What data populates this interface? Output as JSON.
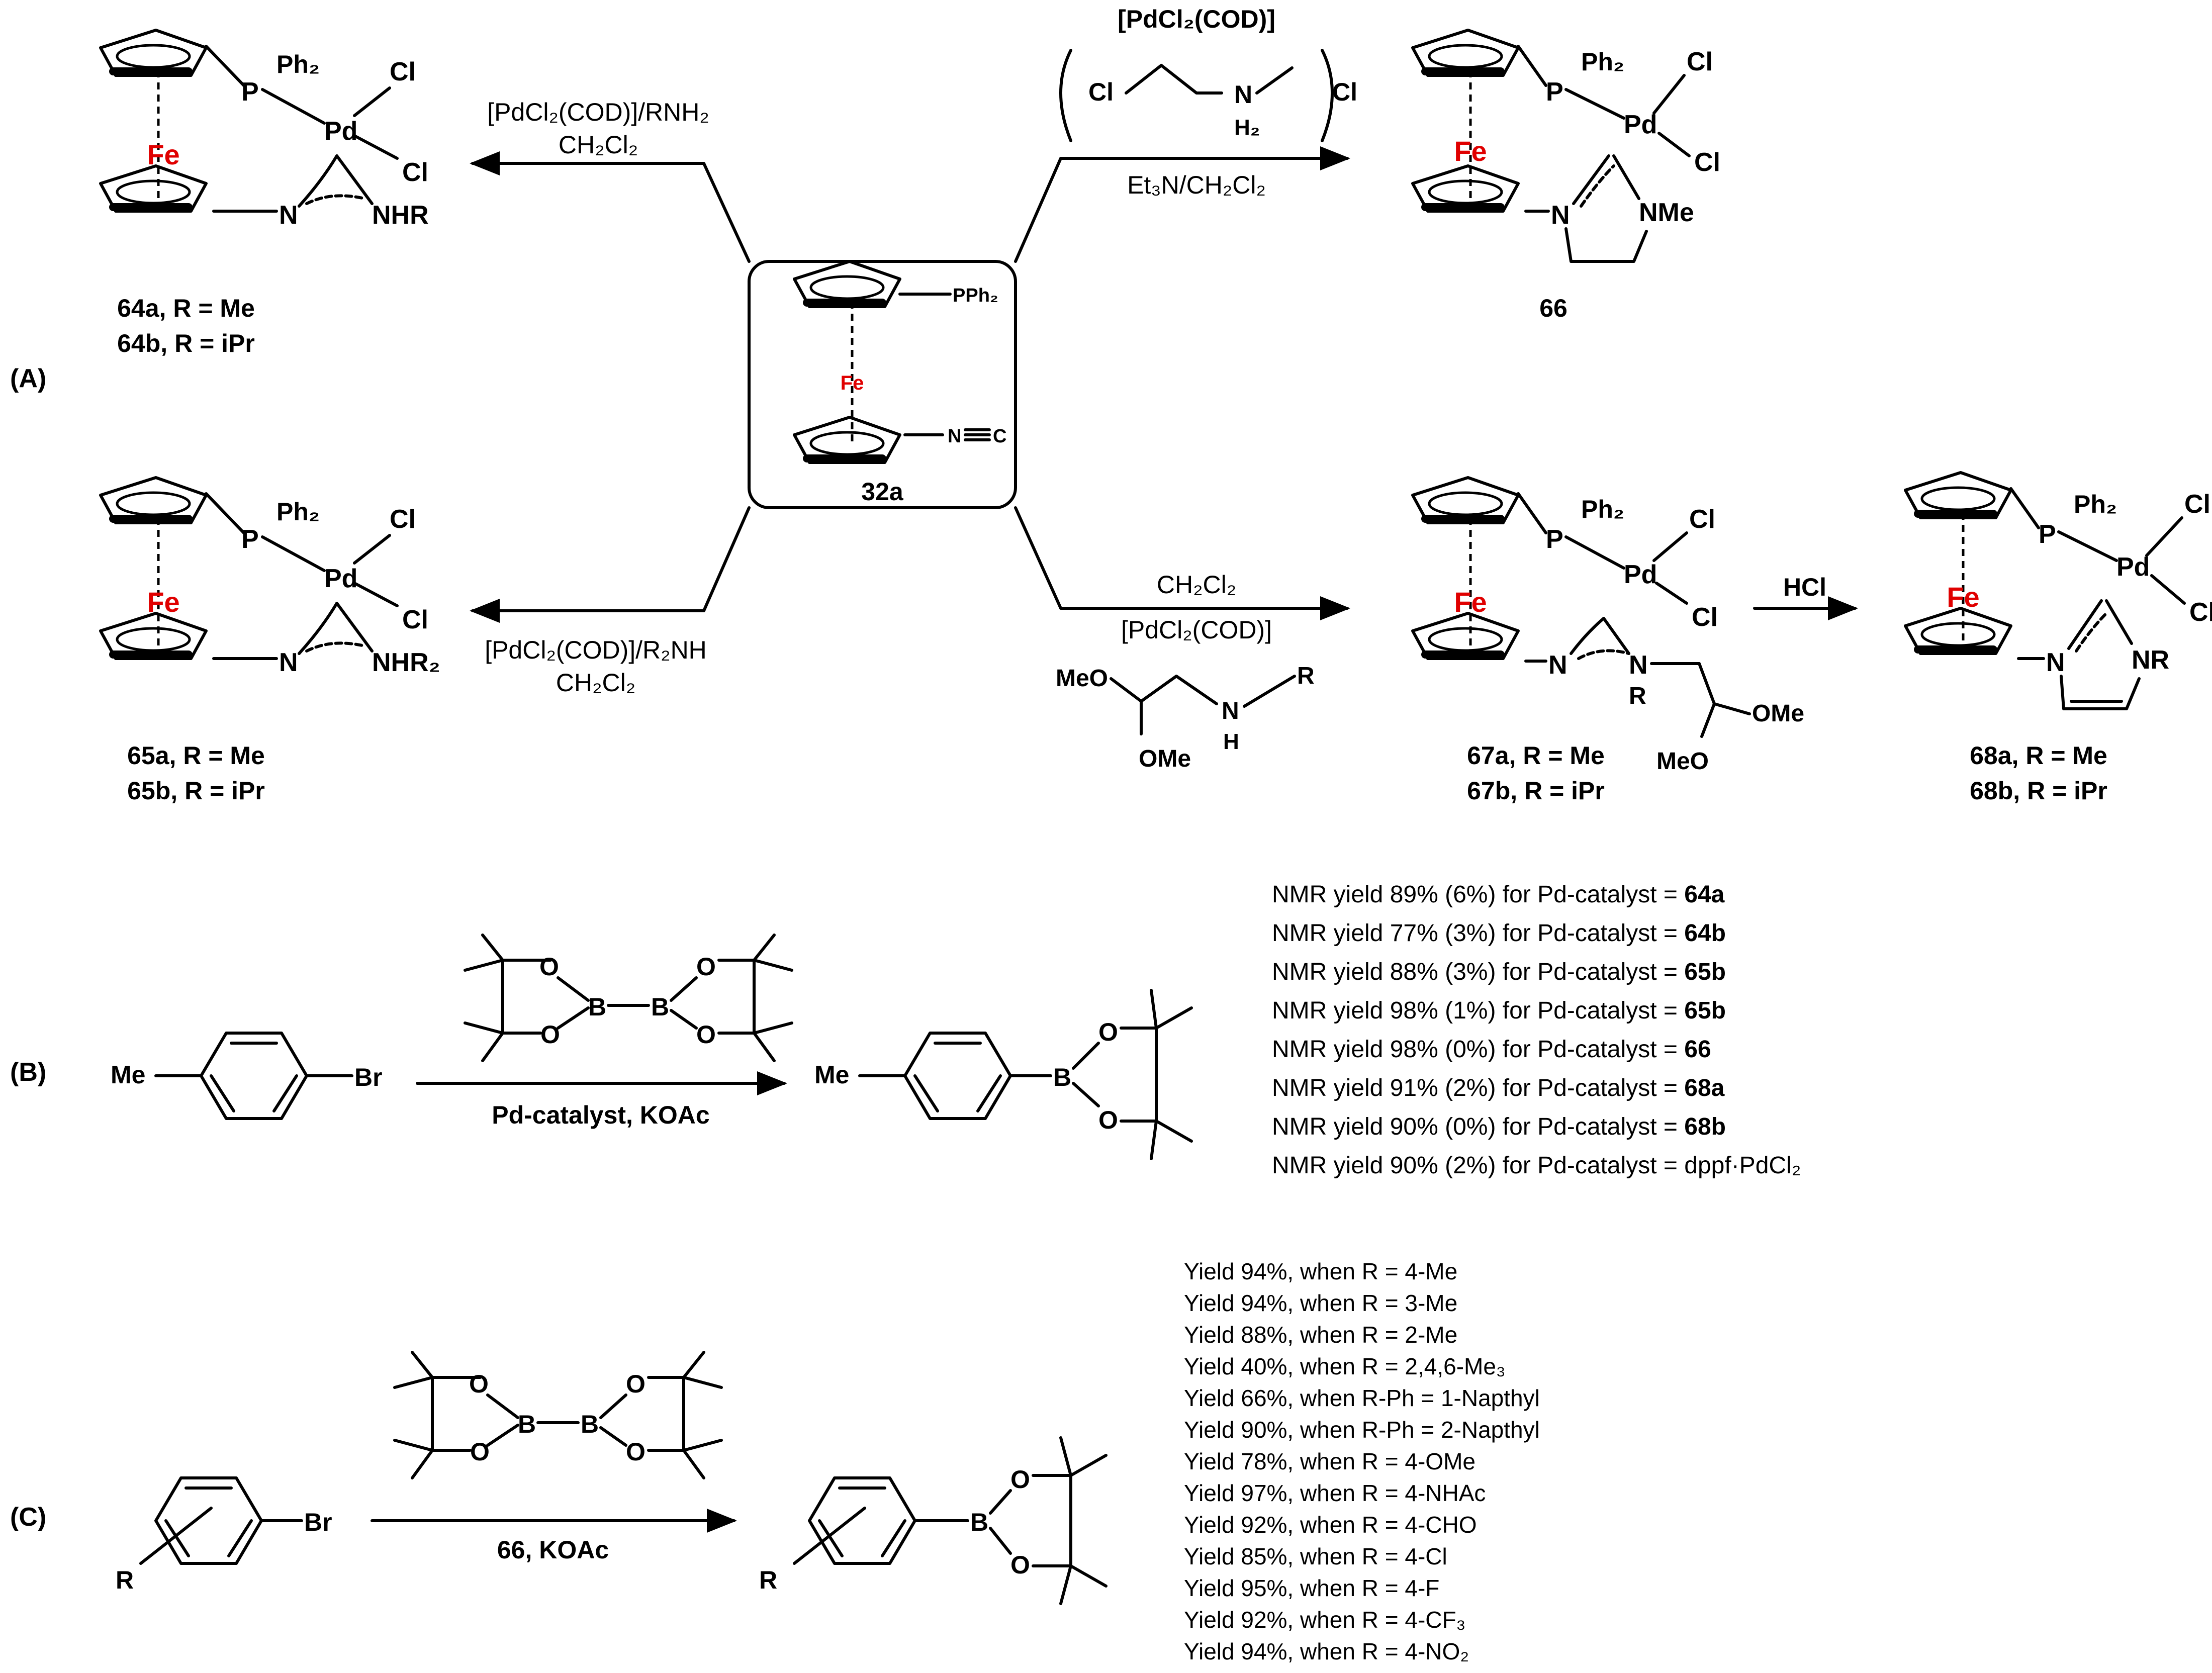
{
  "panels": {
    "A": "(A)",
    "B": "(B)",
    "C": "(C)"
  },
  "atoms": {
    "fe": "Fe",
    "p": "P",
    "pd": "Pd",
    "cl": "Cl",
    "n": "N",
    "c": "C",
    "o": "O",
    "b": "B",
    "h": "H",
    "r": "R",
    "me": "Me",
    "br": "Br",
    "ph2": "Ph₂",
    "pph2": "PPh₂",
    "nhr": "NHR",
    "nhr2": "NHR₂",
    "nme": "NMe",
    "nr": "NR",
    "meo": "MeO",
    "ome": "OMe",
    "h2": "H₂"
  },
  "compounds": {
    "c32a": "32a",
    "c64": [
      "64a, R = Me",
      "64b, R = iPr"
    ],
    "c65": [
      "65a, R = Me",
      "65b, R = iPr"
    ],
    "c66": "66",
    "c67": [
      "67a, R = Me",
      "67b, R = iPr"
    ],
    "c68": [
      "68a, R = Me",
      "68b, R = iPr"
    ]
  },
  "reagents": {
    "to64": [
      "[PdCl₂(COD)]/RNH₂",
      "CH₂Cl₂"
    ],
    "to65": [
      "[PdCl₂(COD)]/R₂NH",
      "CH₂Cl₂"
    ],
    "to66_top": "[PdCl₂(COD)]",
    "to66_bottom": "Et₃N/CH₂Cl₂",
    "to66_salt_counterion": "Cl",
    "to67": [
      "CH₂Cl₂",
      "[PdCl₂(COD)]"
    ],
    "to68": "HCl",
    "panelB_conditions": "Pd-catalyst, KOAc",
    "panelC_conditions": "66, KOAc"
  },
  "panelB_results": [
    {
      "text": "NMR yield 89% (6%) for Pd-catalyst = ",
      "catalyst": "64a"
    },
    {
      "text": "NMR yield 77% (3%) for Pd-catalyst = ",
      "catalyst": "64b"
    },
    {
      "text": "NMR yield 88% (3%) for Pd-catalyst = ",
      "catalyst": "65b"
    },
    {
      "text": "NMR yield 98% (1%) for Pd-catalyst = ",
      "catalyst": "65b"
    },
    {
      "text": "NMR yield 98% (0%) for Pd-catalyst = ",
      "catalyst": "66"
    },
    {
      "text": "NMR yield 91% (2%) for Pd-catalyst = ",
      "catalyst": "68a"
    },
    {
      "text": "NMR yield 90% (0%) for Pd-catalyst = ",
      "catalyst": "68b"
    },
    {
      "text": "NMR yield 90% (2%) for Pd-catalyst = dppf·PdCl₂",
      "catalyst": ""
    }
  ],
  "panelC_results": [
    "Yield 94%, when R = 4-Me",
    "Yield 94%, when R = 3-Me",
    "Yield 88%, when R = 2-Me",
    "Yield 40%, when R = 2,4,6-Me₃",
    "Yield 66%, when R-Ph = 1-Napthyl",
    "Yield 90%, when R-Ph = 2-Napthyl",
    "Yield 78%, when R = 4-OMe",
    "Yield 97%, when R = 4-NHAc",
    "Yield 92%, when R = 4-CHO",
    "Yield 85%, when R = 4-Cl",
    "Yield 95%, when R = 4-F",
    "Yield 92%, when R = 4-CF₃",
    "Yield 94%, when R = 4-NO₂"
  ]
}
